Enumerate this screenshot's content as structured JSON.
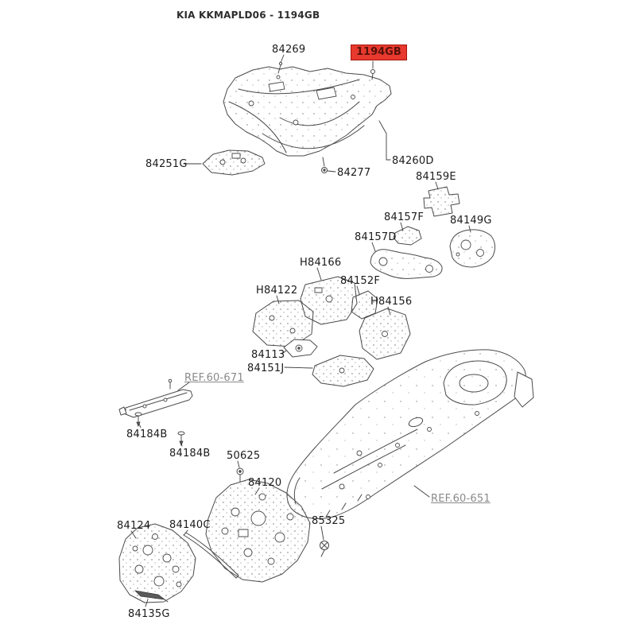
{
  "header": {
    "title": "KIA KKMAPLD06 - 1194GB"
  },
  "highlight": {
    "label": "1194GB",
    "bg": "#e8392f",
    "border": "#a51409",
    "text_color": "#551008"
  },
  "parts": {
    "p84269": "84269",
    "p84251G": "84251G",
    "p84277": "84277",
    "p84260D": "84260D",
    "p84159E": "84159E",
    "p84157F": "84157F",
    "p84149G": "84149G",
    "p84157D": "84157D",
    "pH84166": "H84166",
    "p84152F": "84152F",
    "pH84122": "H84122",
    "pH84156": "H84156",
    "p84113": "84113",
    "p84151J": "84151J",
    "p84184B_a": "84184B",
    "p84184B_b": "84184B",
    "p50625": "50625",
    "p84120": "84120",
    "p85325": "85325",
    "p84124": "84124",
    "p84140C": "84140C",
    "p84135G": "84135G"
  },
  "refs": {
    "r60671": "REF.60-671",
    "r60651": "REF.60-651"
  }
}
